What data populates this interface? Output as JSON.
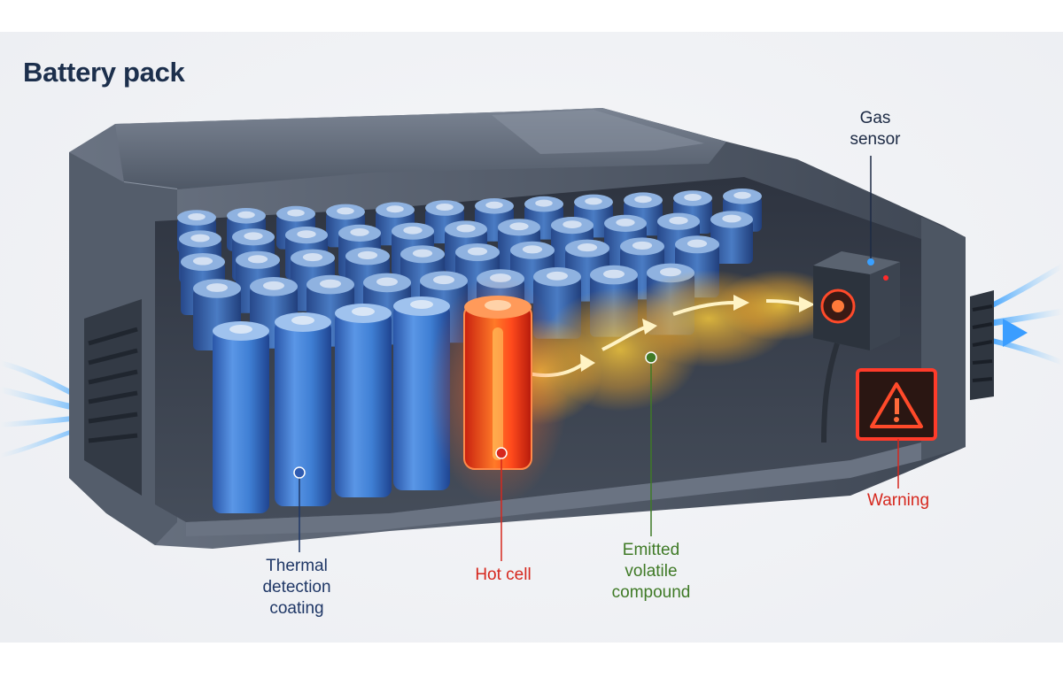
{
  "title": "Battery pack",
  "labels": {
    "gas_sensor": "Gas\nsensor",
    "thermal_coating": "Thermal\ndetection\ncoating",
    "hot_cell": "Hot cell",
    "emitted_compound": "Emitted\nvolatile\ncompound",
    "warning": "Warning"
  },
  "colors": {
    "title": "#1c2f4c",
    "hot": "#d6281e",
    "compound": "#3f7a26",
    "cell_blue": "#3f7fd4",
    "housing": "#5b6472"
  },
  "icons": [
    "airflow-in-icon",
    "airflow-out-icon",
    "warning-triangle-icon",
    "gas-sensor-icon"
  ]
}
